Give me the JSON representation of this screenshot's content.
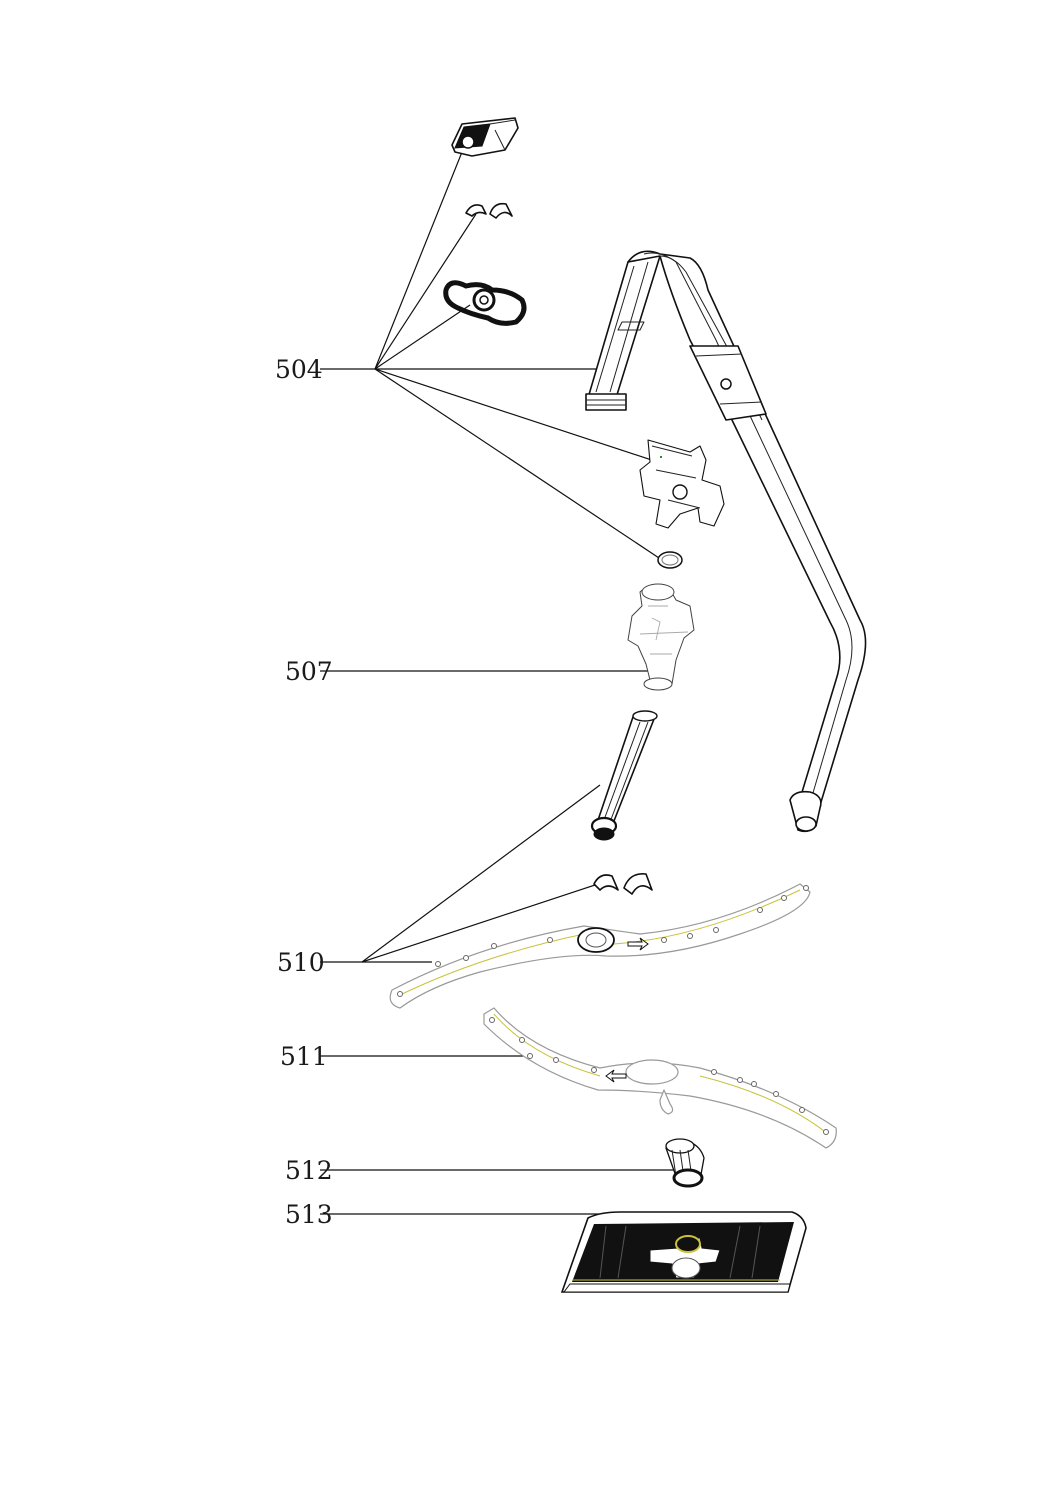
{
  "callouts": [
    {
      "id": "504",
      "label": "504"
    },
    {
      "id": "507",
      "label": "507"
    },
    {
      "id": "510",
      "label": "510"
    },
    {
      "id": "511",
      "label": "511"
    },
    {
      "id": "512",
      "label": "512"
    },
    {
      "id": "513",
      "label": "513"
    }
  ]
}
